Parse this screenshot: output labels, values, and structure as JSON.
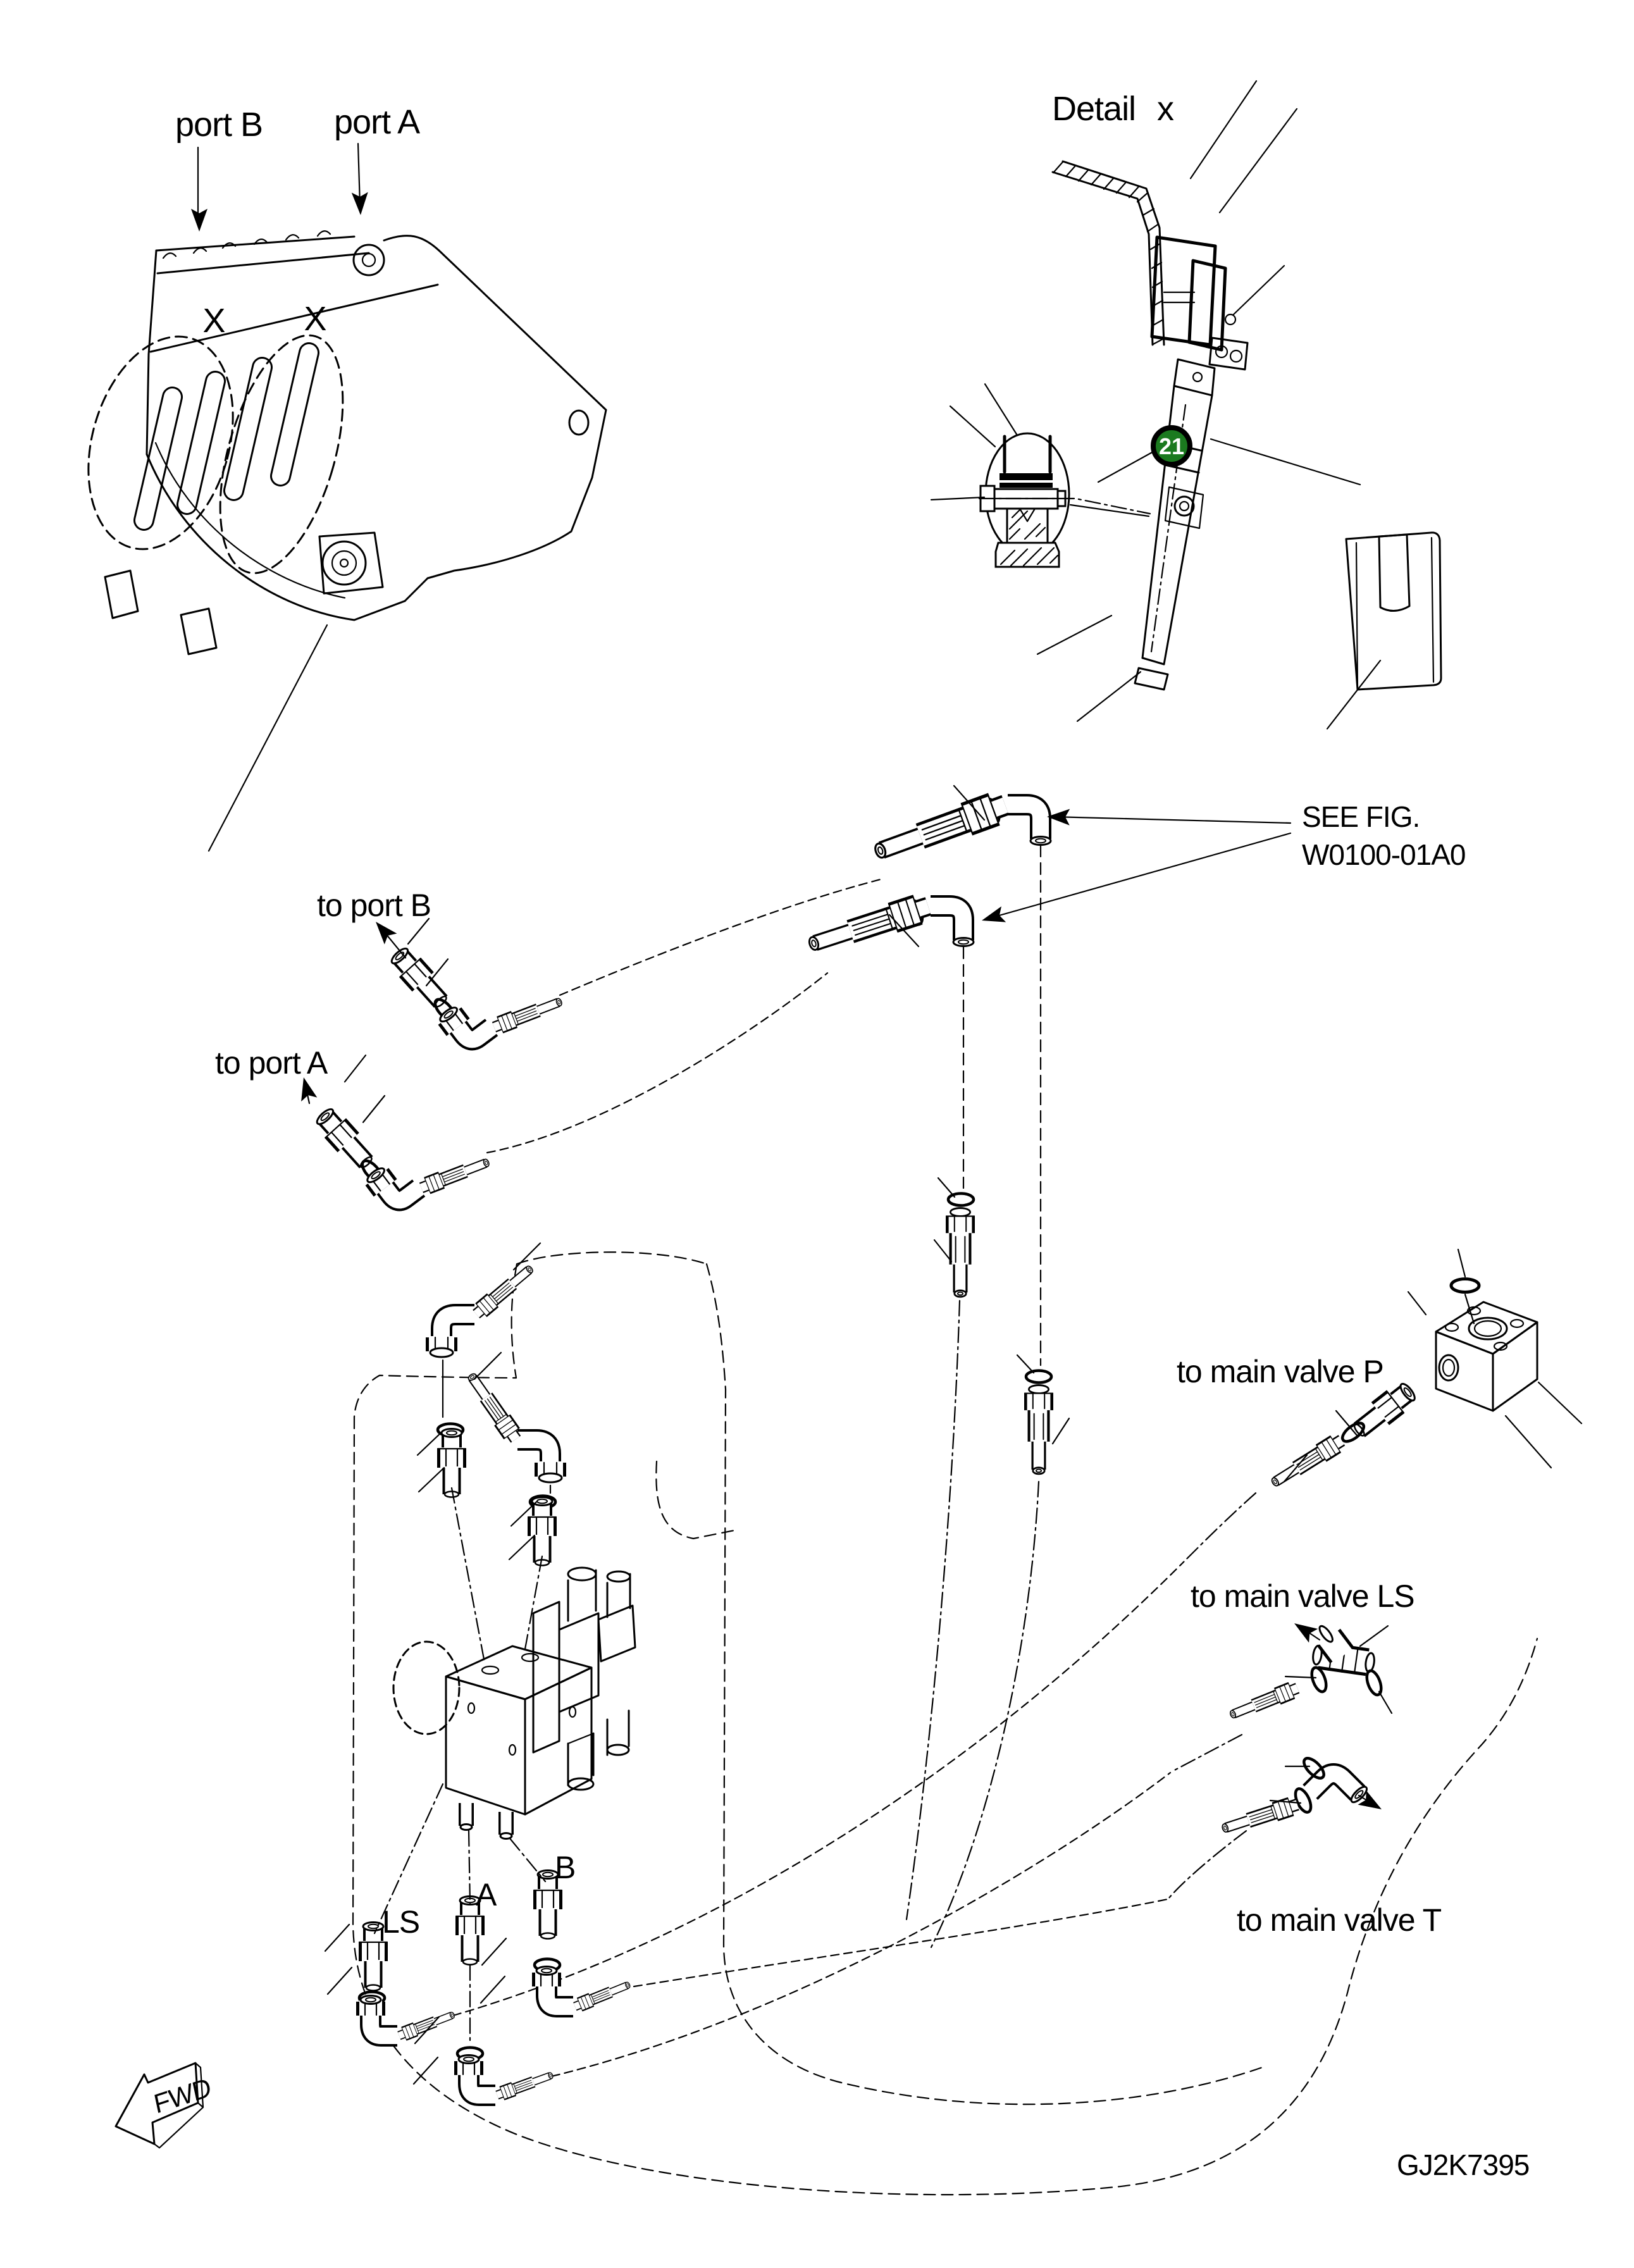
{
  "colors": {
    "ink": "#000000",
    "paper": "#ffffff",
    "balloon_fill": "#1b7a1f",
    "balloon_text": "#ffffff"
  },
  "bucket_view": {
    "port_b_label": "port B",
    "port_a_label": "port A",
    "section_mark_left": "X",
    "section_mark_right": "X"
  },
  "detail_view": {
    "title": "Detail x",
    "balloon_number": "21"
  },
  "reference_note": {
    "line1": "SEE FIG.",
    "line2": "W0100-01A0"
  },
  "hose_callouts": {
    "to_port_b": "to port B",
    "to_port_a": "to port A",
    "to_main_valve_p": "to main valve P",
    "to_main_valve_ls": "to main valve LS",
    "to_main_valve_t": "to main valve T"
  },
  "block_ports": {
    "ls": "LS",
    "a": "A",
    "b": "B"
  },
  "orientation_arrow": {
    "label": "FWD"
  },
  "drawing_number": "GJ2K7395"
}
